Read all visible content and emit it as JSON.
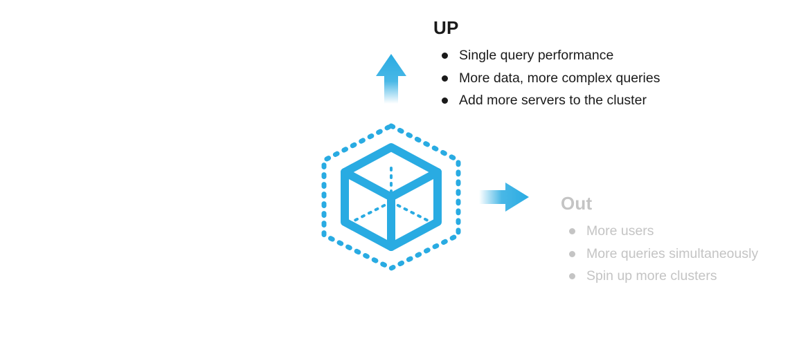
{
  "colors": {
    "accent": "#29abe2",
    "text_primary": "#1a1a1a",
    "text_muted": "#c4c4c4"
  },
  "up": {
    "title": "UP",
    "items": [
      "Single query performance",
      "More data, more complex queries",
      "Add more servers to the cluster"
    ]
  },
  "out": {
    "title": "Out",
    "items": [
      "More users",
      "More queries simultaneously",
      "Spin up more clusters"
    ]
  },
  "icons": {
    "cube": "scale-cube-icon",
    "arrow_up": "arrow-up-icon",
    "arrow_right": "arrow-right-icon"
  }
}
